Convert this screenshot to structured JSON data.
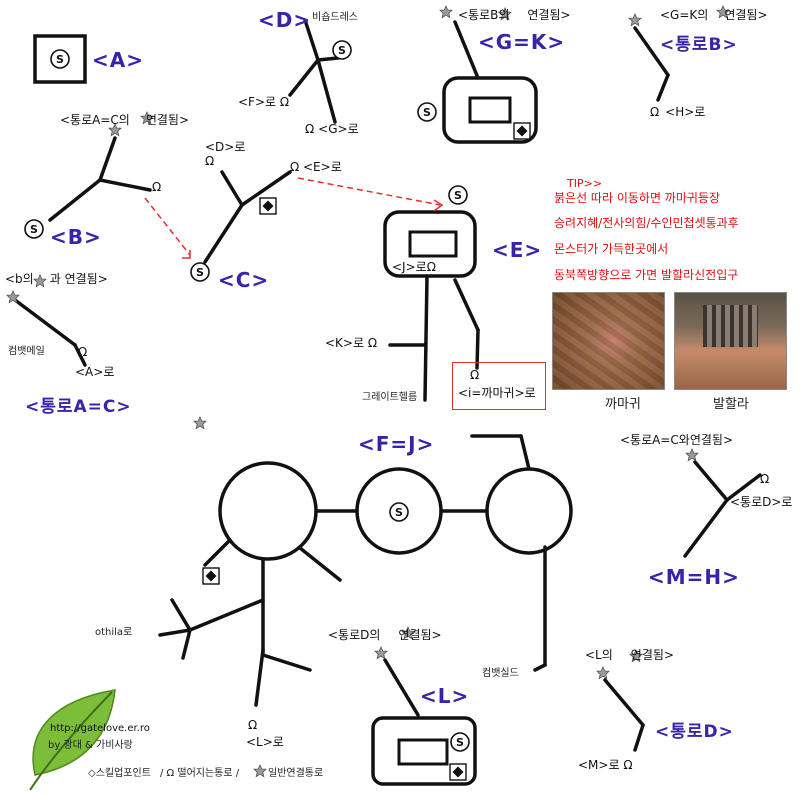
{
  "nodes": {
    "A": "<A>",
    "B": "<B>",
    "C": "<C>",
    "D": "<D>",
    "E": "<E>",
    "GK": "<G=K>",
    "FJ": "<F=J>",
    "L": "<L>",
    "MH": "<M=H>",
    "route_b": "<통로B>",
    "route_ac": "<통로A=C>",
    "route_d": "<통로D>"
  },
  "labels": {
    "wolf_b_ac": "<통로A=C의",
    "wolf_b_ac2": "연결됨>",
    "d_top": "비숍드레스",
    "f_ro": "<F>로",
    "g_ro": "<G>로",
    "d_ro": "<D>로",
    "e_ro": "<E>로",
    "gk_top": "<통로B의",
    "gk_top2": "연결됨>",
    "rb_top": "<G=K의",
    "rb_top2": "연결됨>",
    "h_ro": "<H>로",
    "b_conn": "<b의",
    "b_conn2": "과 연결됨>",
    "compact": "컴뱃메일",
    "a_ro": "<A>로",
    "j_ro": "<J>로",
    "k_ro": "<K>로",
    "i_ro": "<i=까마귀>로",
    "greatelm": "그레이트헬름",
    "mh_top": "<통로A=C와연결됨>",
    "d_ro2": "<통로D>로",
    "othila": "othila로",
    "l_ro": "<L>로",
    "rd_top": "<통로D의",
    "rd_top2": "연결됨>",
    "compact_shield": "컴뱃실드",
    "l_top": "<L의",
    "l_top2": "연결됨>",
    "m_ro": "<M>로"
  },
  "tip": {
    "title": "TIP>>",
    "line1": "붉은선 따라 이동하면 까마귀등장",
    "line2": "승려지혜/전사의힘/수인민첩셋통과후",
    "line3": "몬스터가 가득한곳에서",
    "line4": "동북쪽방향으로 가면 발할라신전입구"
  },
  "photos": {
    "left_caption": "까마귀",
    "right_caption": "발할라"
  },
  "footer": {
    "site": "http://gatelove.er.ro",
    "by": "by 광대 & 가비사랑",
    "legend_skill": "◇스킬업포인트",
    "legend_drop": "/ Ω 떨어지는통로 /",
    "legend_normal": "일반연결통로"
  },
  "icons": {
    "s": "S",
    "omega": "Ω"
  },
  "colors": {
    "node_label": "#3a23a8",
    "tip_red": "#e01010",
    "dashed": "#e03030"
  }
}
